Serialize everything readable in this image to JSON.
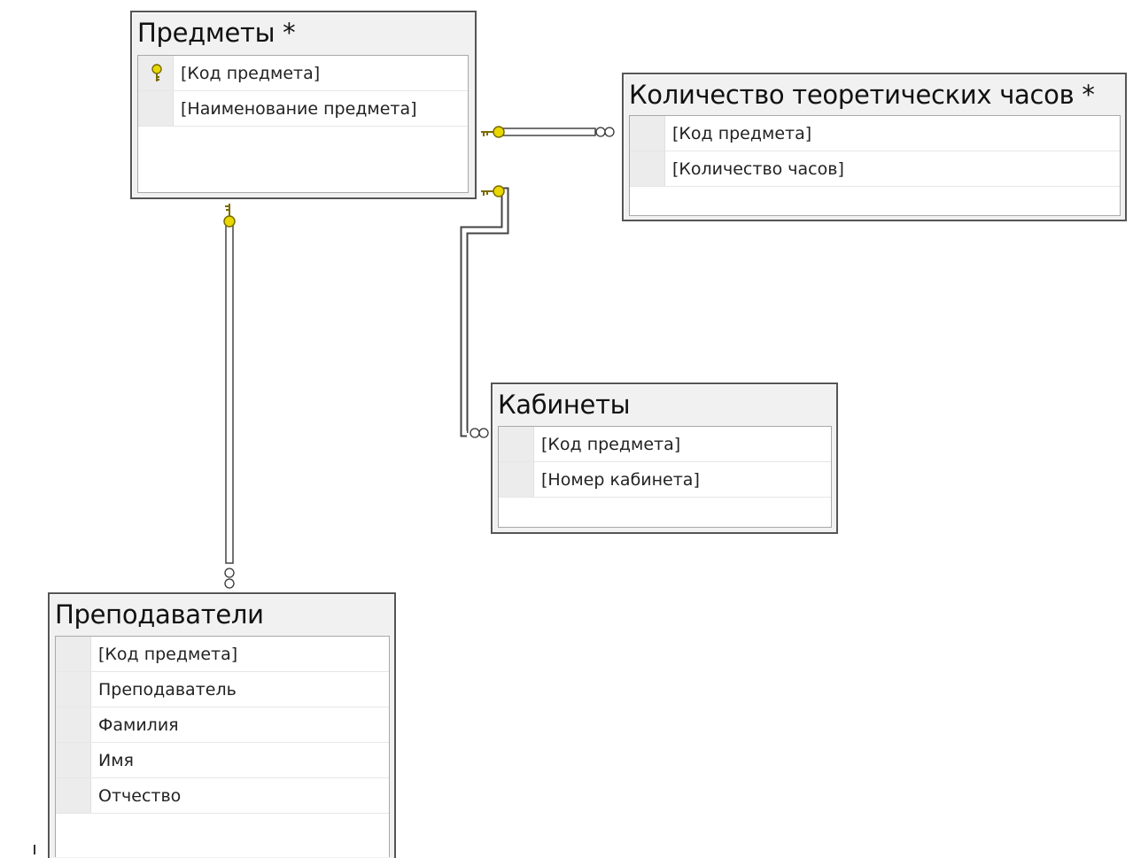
{
  "tables": {
    "subjects": {
      "title": "Предметы *",
      "fields": [
        "[Код предмета]",
        "[Наименование предмета]"
      ],
      "primary_key_field": "[Код предмета]"
    },
    "theory_hours": {
      "title": "Количество теоретических часов *",
      "fields": [
        "[Код предмета]",
        "[Количество часов]"
      ]
    },
    "rooms": {
      "title": "Кабинеты",
      "fields": [
        "[Код предмета]",
        "[Номер кабинета]"
      ]
    },
    "teachers": {
      "title": "Преподаватели",
      "fields": [
        "[Код предмета]",
        "Преподаватель",
        "Фамилия",
        "Имя",
        "Отчество"
      ]
    }
  },
  "relationships": [
    {
      "from": "subjects",
      "to": "theory_hours",
      "one_end_icon": "key-icon",
      "many_end_icon": "infinity-icon"
    },
    {
      "from": "subjects",
      "to": "rooms",
      "one_end_icon": "key-icon",
      "many_end_icon": "infinity-icon"
    },
    {
      "from": "subjects",
      "to": "teachers",
      "one_end_icon": "key-icon",
      "many_end_icon": "infinity-icon"
    }
  ],
  "colors": {
    "key": "#e8d800",
    "key_outline": "#7a6a00",
    "line": "#444444",
    "table_border": "#555555",
    "table_bg": "#f1f1f1"
  }
}
